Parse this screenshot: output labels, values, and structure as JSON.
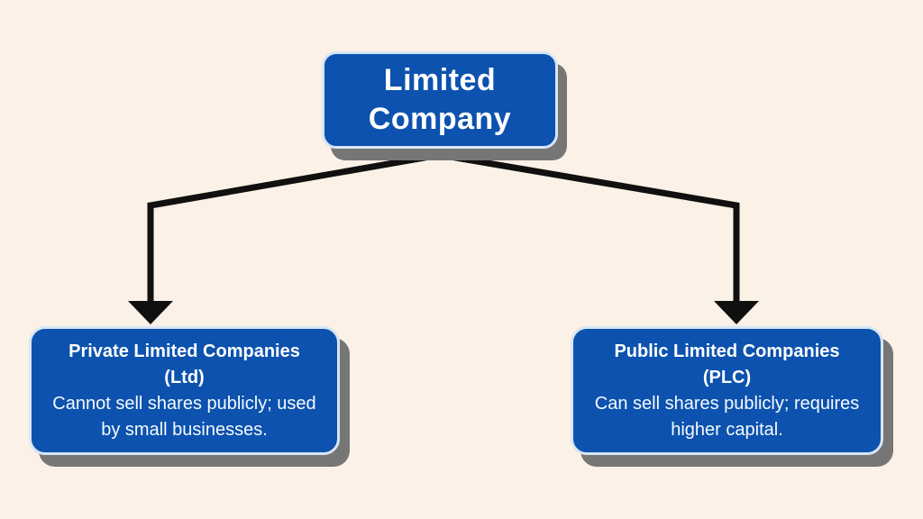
{
  "palette": {
    "background": "#FBF1E6",
    "node_fill": "#0C52AE",
    "node_border": "#D7E6F4",
    "node_shadow": "#767676",
    "arrow_color": "#101010",
    "text_color": "#FFFFFF"
  },
  "root": {
    "title": "Limited Company"
  },
  "children": [
    {
      "id": "private-ltd",
      "title": "Private Limited Companies",
      "title_suffix": "(Ltd)",
      "description": "Cannot sell shares publicly; used by small businesses."
    },
    {
      "id": "public-plc",
      "title": "Public Limited Companies",
      "title_suffix": "(PLC)",
      "description": "Can sell shares publicly; requires higher capital."
    }
  ]
}
